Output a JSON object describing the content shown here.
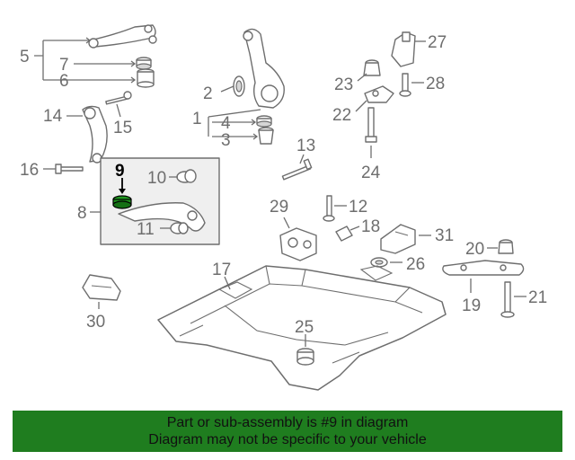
{
  "diagram": {
    "highlight": "#1f9a1f",
    "callouts": [
      "1",
      "2",
      "3",
      "4",
      "5",
      "6",
      "7",
      "8",
      "9",
      "10",
      "11",
      "12",
      "13",
      "14",
      "15",
      "16",
      "17",
      "18",
      "19",
      "20",
      "21",
      "22",
      "23",
      "24",
      "25",
      "26",
      "27",
      "28",
      "29",
      "30",
      "31"
    ]
  },
  "footer": {
    "line1": "Part or sub-assembly is #9 in diagram",
    "line2": "Diagram may not be specific to your vehicle",
    "background": "#1f7d1f"
  }
}
